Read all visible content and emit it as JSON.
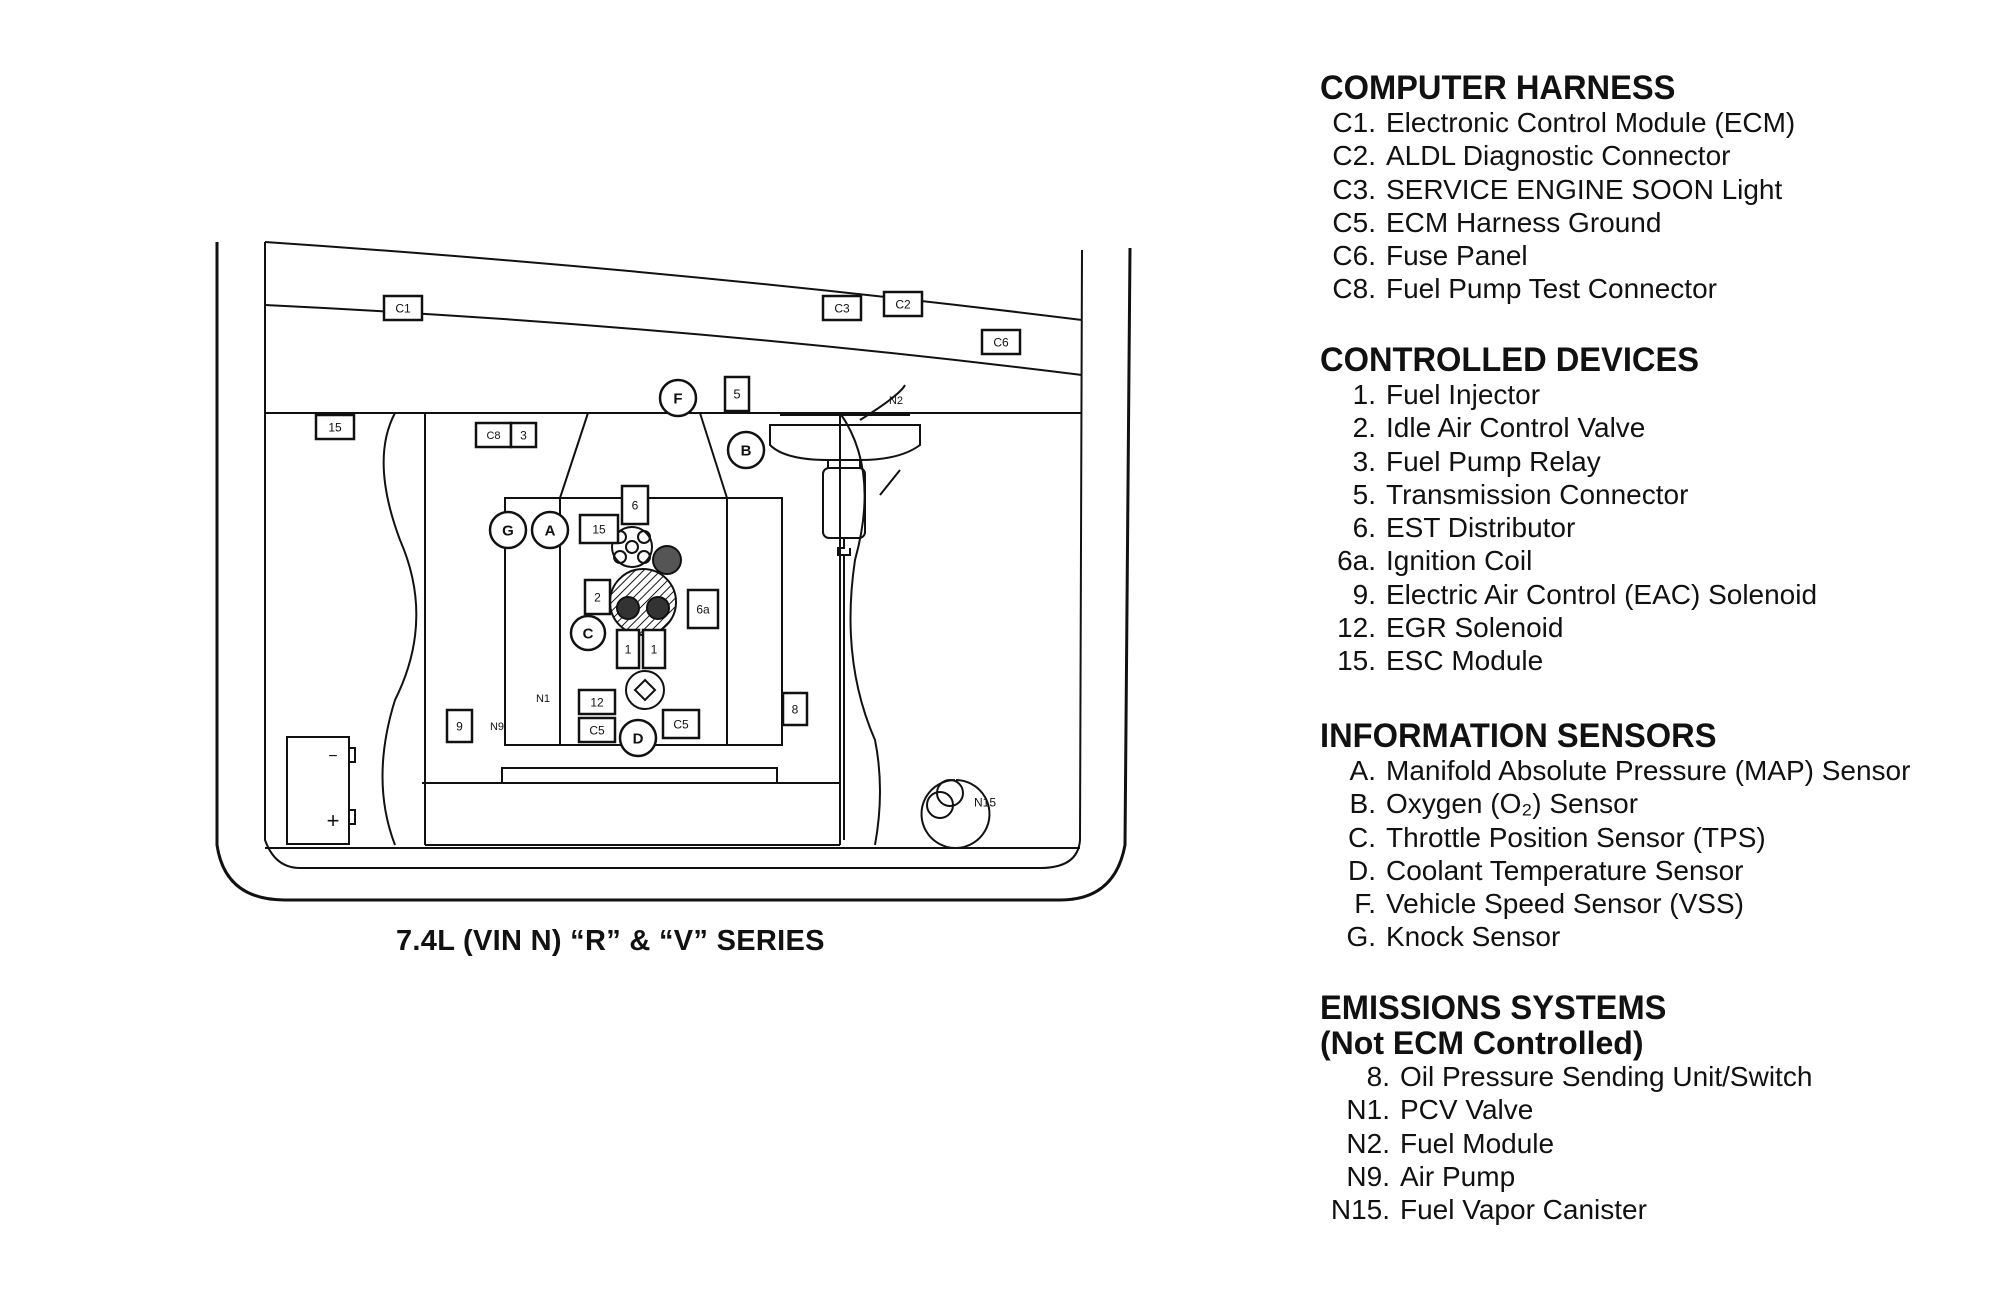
{
  "caption": "7.4L (VIN N) “R” & “V” SERIES",
  "legend": [
    {
      "title": "COMPUTER HARNESS",
      "items": [
        {
          "code": "C1.",
          "label": "Electronic Control Module (ECM)"
        },
        {
          "code": "C2.",
          "label": "ALDL Diagnostic Connector"
        },
        {
          "code": "C3.",
          "label": "SERVICE ENGINE SOON Light"
        },
        {
          "code": "C5.",
          "label": "ECM Harness Ground"
        },
        {
          "code": "C6.",
          "label": "Fuse Panel"
        },
        {
          "code": "C8.",
          "label": "Fuel Pump Test Connector"
        }
      ]
    },
    {
      "title": "CONTROLLED DEVICES",
      "items": [
        {
          "code": "1.",
          "label": "Fuel Injector"
        },
        {
          "code": "2.",
          "label": "Idle Air Control Valve"
        },
        {
          "code": "3.",
          "label": "Fuel Pump Relay"
        },
        {
          "code": "5.",
          "label": "Transmission Connector"
        },
        {
          "code": "6.",
          "label": "EST Distributor"
        },
        {
          "code": "6a.",
          "label": "Ignition Coil"
        },
        {
          "code": "9.",
          "label": "Electric Air Control (EAC) Solenoid"
        },
        {
          "code": "12.",
          "label": "EGR Solenoid"
        },
        {
          "code": "15.",
          "label": "ESC Module"
        }
      ]
    },
    {
      "title": "INFORMATION SENSORS",
      "items": [
        {
          "code": "A.",
          "label": "Manifold Absolute Pressure (MAP) Sensor"
        },
        {
          "code": "B.",
          "label": "Oxygen (O₂) Sensor"
        },
        {
          "code": "C.",
          "label": "Throttle Position Sensor (TPS)"
        },
        {
          "code": "D.",
          "label": "Coolant Temperature Sensor"
        },
        {
          "code": "F.",
          "label": "Vehicle Speed Sensor (VSS)"
        },
        {
          "code": "G.",
          "label": "Knock Sensor"
        }
      ]
    },
    {
      "title": "EMISSIONS SYSTEMS",
      "subtitle": "(Not ECM Controlled)",
      "items": [
        {
          "code": "8.",
          "label": "Oil Pressure Sending Unit/Switch"
        },
        {
          "code": "N1.",
          "label": "PCV Valve"
        },
        {
          "code": "N2.",
          "label": "Fuel Module"
        },
        {
          "code": "N9.",
          "label": "Air Pump"
        },
        {
          "code": "N15.",
          "label": "Fuel Vapor Canister"
        }
      ]
    }
  ],
  "diagram_labels": {
    "c1": "C1",
    "c3": "C3",
    "c2": "C2",
    "c6": "C6",
    "f": "F",
    "five": "5",
    "n2": "N2",
    "b": "B",
    "fifteen_left": "15",
    "c8": "C8",
    "three": "3",
    "g": "G",
    "a": "A",
    "fifteen_mid": "15",
    "six": "6",
    "two": "2",
    "six_a": "6a",
    "c": "C",
    "one_left": "1",
    "one_right": "1",
    "n1": "N1",
    "twelve": "12",
    "c5_left": "C5",
    "d": "D",
    "c5_right": "C5",
    "eight": "8",
    "nine": "9",
    "n9": "N9",
    "n15": "N15",
    "battery_minus": "−",
    "battery_plus": "+"
  }
}
